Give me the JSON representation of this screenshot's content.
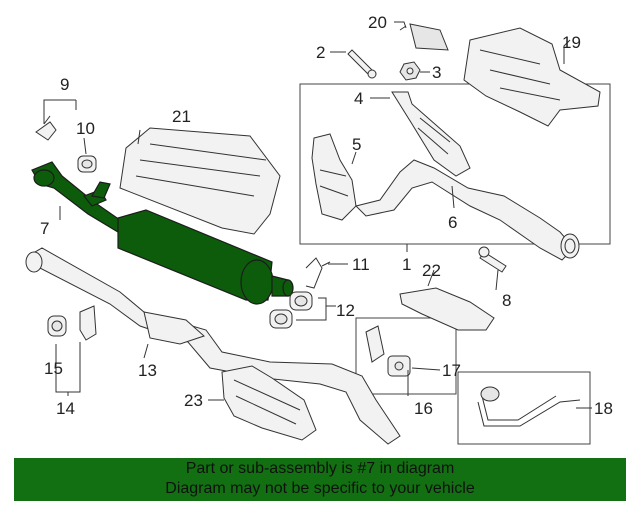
{
  "callouts": {
    "c1": "1",
    "c2": "2",
    "c3": "3",
    "c4": "4",
    "c5": "5",
    "c6": "6",
    "c7": "7",
    "c8": "8",
    "c9": "9",
    "c10": "10",
    "c11": "11",
    "c12": "12",
    "c13": "13",
    "c14": "14",
    "c15": "15",
    "c16": "16",
    "c17": "17",
    "c18": "18",
    "c19": "19",
    "c20": "20",
    "c21": "21",
    "c22": "22",
    "c23": "23"
  },
  "banner": {
    "line1": "Part or sub-assembly is #7 in diagram",
    "line2": "Diagram may not be specific to your vehicle"
  },
  "colors": {
    "highlight": "#0c5c0c",
    "banner": "#127012"
  }
}
